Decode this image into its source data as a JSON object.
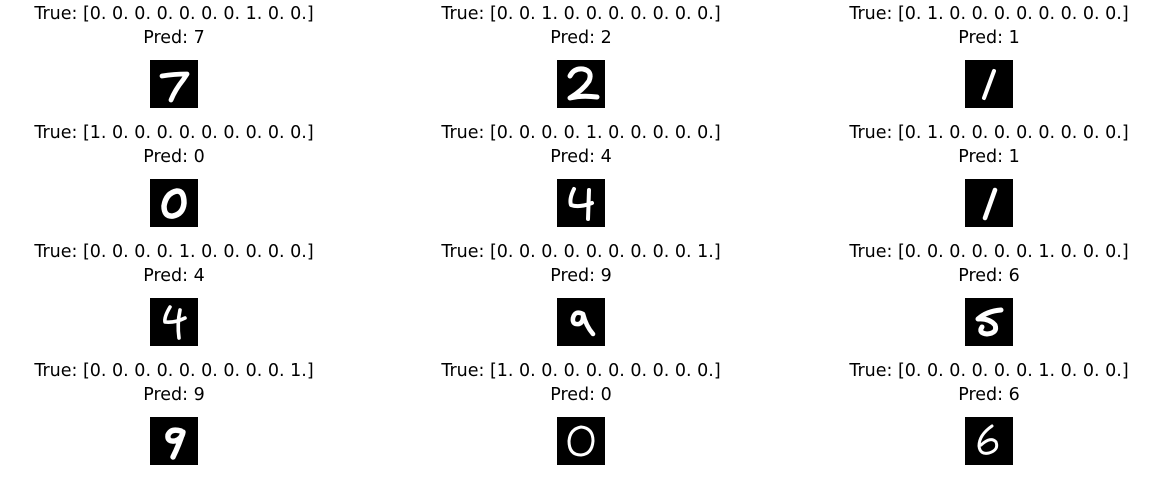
{
  "figure": {
    "true_prefix": "True:",
    "pred_prefix": "Pred:",
    "samples": [
      {
        "true_label": "[0. 0. 0. 0. 0. 0. 0. 1. 0. 0.]",
        "pred_label": "7",
        "digit_shown": "7",
        "true_text": "True: [0. 0. 0. 0. 0. 0. 0. 1. 0. 0.]",
        "pred_text": "Pred: 7"
      },
      {
        "true_label": "[0. 0. 1. 0. 0. 0. 0. 0. 0. 0.]",
        "pred_label": "2",
        "digit_shown": "2",
        "true_text": "True: [0. 0. 1. 0. 0. 0. 0. 0. 0. 0.]",
        "pred_text": "Pred: 2"
      },
      {
        "true_label": "[0. 1. 0. 0. 0. 0. 0. 0. 0. 0.]",
        "pred_label": "1",
        "digit_shown": "1",
        "true_text": "True: [0. 1. 0. 0. 0. 0. 0. 0. 0. 0.]",
        "pred_text": "Pred: 1"
      },
      {
        "true_label": "[1. 0. 0. 0. 0. 0. 0. 0. 0. 0.]",
        "pred_label": "0",
        "digit_shown": "0",
        "true_text": "True: [1. 0. 0. 0. 0. 0. 0. 0. 0. 0.]",
        "pred_text": "Pred: 0"
      },
      {
        "true_label": "[0. 0. 0. 0. 1. 0. 0. 0. 0. 0.]",
        "pred_label": "4",
        "digit_shown": "4",
        "true_text": "True: [0. 0. 0. 0. 1. 0. 0. 0. 0. 0.]",
        "pred_text": "Pred: 4"
      },
      {
        "true_label": "[0. 1. 0. 0. 0. 0. 0. 0. 0. 0.]",
        "pred_label": "1",
        "digit_shown": "1",
        "true_text": "True: [0. 1. 0. 0. 0. 0. 0. 0. 0. 0.]",
        "pred_text": "Pred: 1"
      },
      {
        "true_label": "[0. 0. 0. 0. 1. 0. 0. 0. 0. 0.]",
        "pred_label": "4",
        "digit_shown": "4",
        "true_text": "True: [0. 0. 0. 0. 1. 0. 0. 0. 0. 0.]",
        "pred_text": "Pred: 4"
      },
      {
        "true_label": "[0. 0. 0. 0. 0. 0. 0. 0. 0. 1.]",
        "pred_label": "9",
        "digit_shown": "9",
        "true_text": "True: [0. 0. 0. 0. 0. 0. 0. 0. 0. 1.]",
        "pred_text": "Pred: 9"
      },
      {
        "true_label": "[0. 0. 0. 0. 0. 0. 1. 0. 0. 0.]",
        "pred_label": "6",
        "digit_shown": "5",
        "true_text": "True: [0. 0. 0. 0. 0. 0. 1. 0. 0. 0.]",
        "pred_text": "Pred: 6"
      },
      {
        "true_label": "[0. 0. 0. 0. 0. 0. 0. 0. 0. 1.]",
        "pred_label": "9",
        "digit_shown": "9",
        "true_text": "True: [0. 0. 0. 0. 0. 0. 0. 0. 0. 1.]",
        "pred_text": "Pred: 9"
      },
      {
        "true_label": "[1. 0. 0. 0. 0. 0. 0. 0. 0. 0.]",
        "pred_label": "0",
        "digit_shown": "0",
        "true_text": "True: [1. 0. 0. 0. 0. 0. 0. 0. 0. 0.]",
        "pred_text": "Pred: 0"
      },
      {
        "true_label": "[0. 0. 0. 0. 0. 0. 1. 0. 0. 0.]",
        "pred_label": "6",
        "digit_shown": "6",
        "true_text": "True: [0. 0. 0. 0. 0. 0. 1. 0. 0. 0.]",
        "pred_text": "Pred: 6"
      }
    ],
    "colors": {
      "background": "#ffffff",
      "text": "#000000",
      "image_background": "#000000",
      "digit_stroke": "#ffffff"
    }
  }
}
